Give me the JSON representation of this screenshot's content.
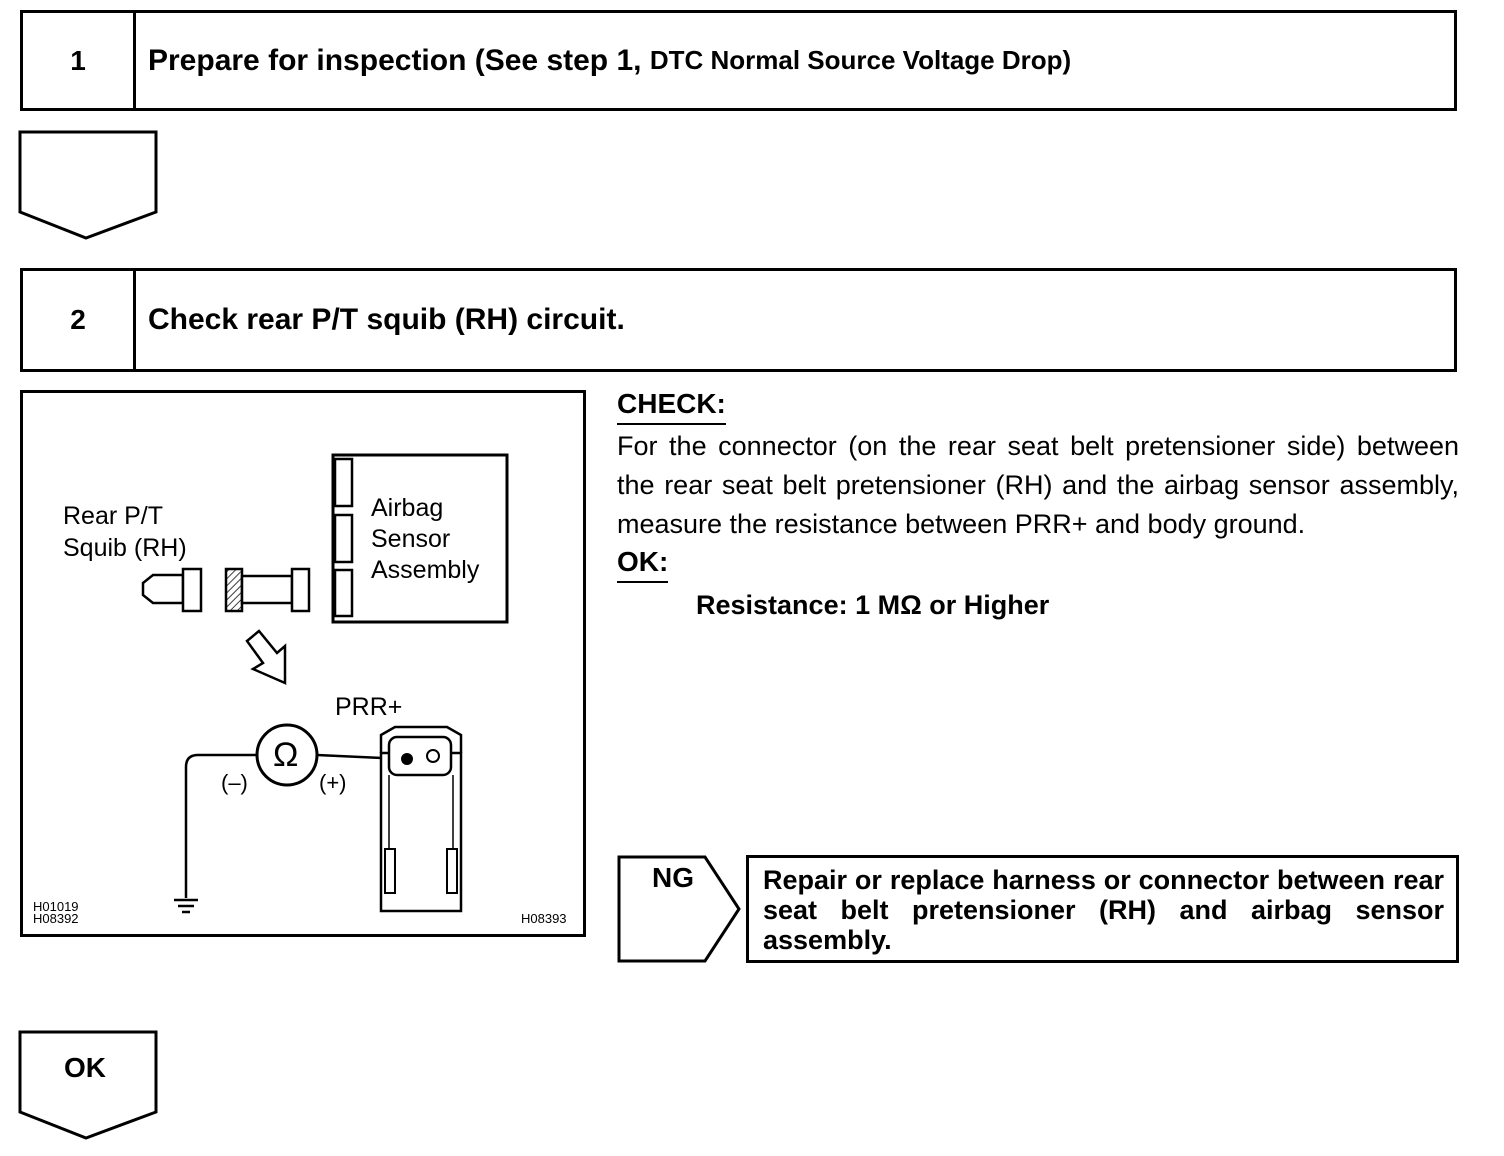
{
  "step1": {
    "number": "1",
    "title": "Prepare for inspection (See step 1, ",
    "title_ref": "DTC Normal Source Voltage Drop)"
  },
  "step2": {
    "number": "2",
    "title": "Check rear P/T squib (RH) circuit."
  },
  "diagram": {
    "label_squib_line1": "Rear P/T",
    "label_squib_line2": "Squib (RH)",
    "label_sensor_line1": "Airbag",
    "label_sensor_line2": "Sensor",
    "label_sensor_line3": "Assembly",
    "label_terminal": "PRR+",
    "ohm_symbol": "Ω",
    "neg_label": "(–)",
    "pos_label": "(+)",
    "code_left_1": "H01019",
    "code_left_2": "H08392",
    "code_right": "H08393"
  },
  "check": {
    "heading": "CHECK:",
    "text": "For the connector (on the rear seat belt pretensioner side) between the rear seat belt pretensioner (RH) and the airbag sensor assembly, measure the resistance between PRR+ and body ground.",
    "ok_heading": "OK:",
    "spec": "Resistance: 1 MΩ or Higher"
  },
  "ng": {
    "label": "NG",
    "action": "Repair or replace harness or connector between rear seat belt pretensioner (RH) and airbag sensor assembly."
  },
  "ok": {
    "label": "OK"
  }
}
